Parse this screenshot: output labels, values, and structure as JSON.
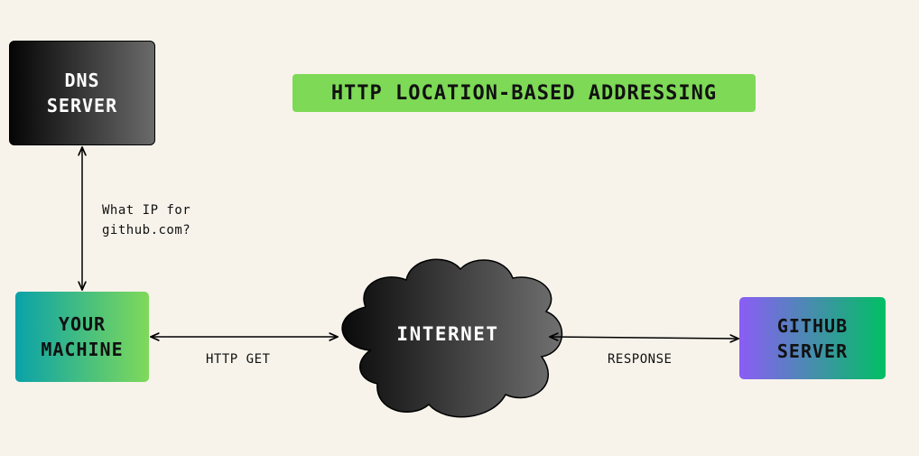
{
  "title": "HTTP LOCATION-BASED ADDRESSING",
  "nodes": {
    "dns_server": [
      "DNS",
      "SERVER"
    ],
    "your_machine": [
      "YOUR",
      "MACHINE"
    ],
    "internet": "INTERNET",
    "github_server": [
      "GITHUB",
      "SERVER"
    ]
  },
  "edges": {
    "dns_query": [
      "What IP for",
      "github.com?"
    ],
    "http_get": "HTTP GET",
    "response": "RESPONSE"
  },
  "colors": {
    "background": "#f7f3eb",
    "title_bg": "#7ed957",
    "dns_gradient": [
      "#050505",
      "#6a6a6a"
    ],
    "machine_gradient": [
      "#0aa2a8",
      "#7fd95a"
    ],
    "github_gradient": [
      "#8b5cf6",
      "#00bf63"
    ],
    "cloud_gradient": [
      "#0a0a0a",
      "#707070"
    ]
  }
}
